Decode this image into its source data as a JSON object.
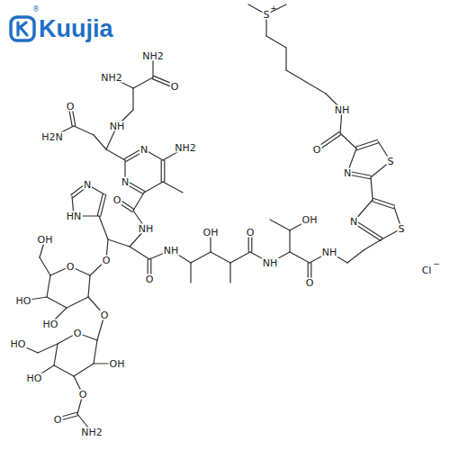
{
  "diagram": {
    "labels": [
      "Kuujia",
      "®",
      "S",
      "+",
      "NH",
      "O",
      "S",
      "N",
      "S",
      "N",
      "Cl",
      "−",
      "NH2",
      "O",
      "NH2",
      "O",
      "H2N",
      "NH",
      "N",
      "NH2",
      "N",
      "O",
      "N",
      "HN",
      "NH",
      "O",
      "O",
      "NH",
      "OH",
      "O",
      "HO",
      "HO",
      "O",
      "O",
      "OH",
      "HO",
      "HO",
      "O",
      "O",
      "NH2",
      "OH",
      "O",
      "NH",
      "OH",
      "O",
      "NH"
    ]
  }
}
